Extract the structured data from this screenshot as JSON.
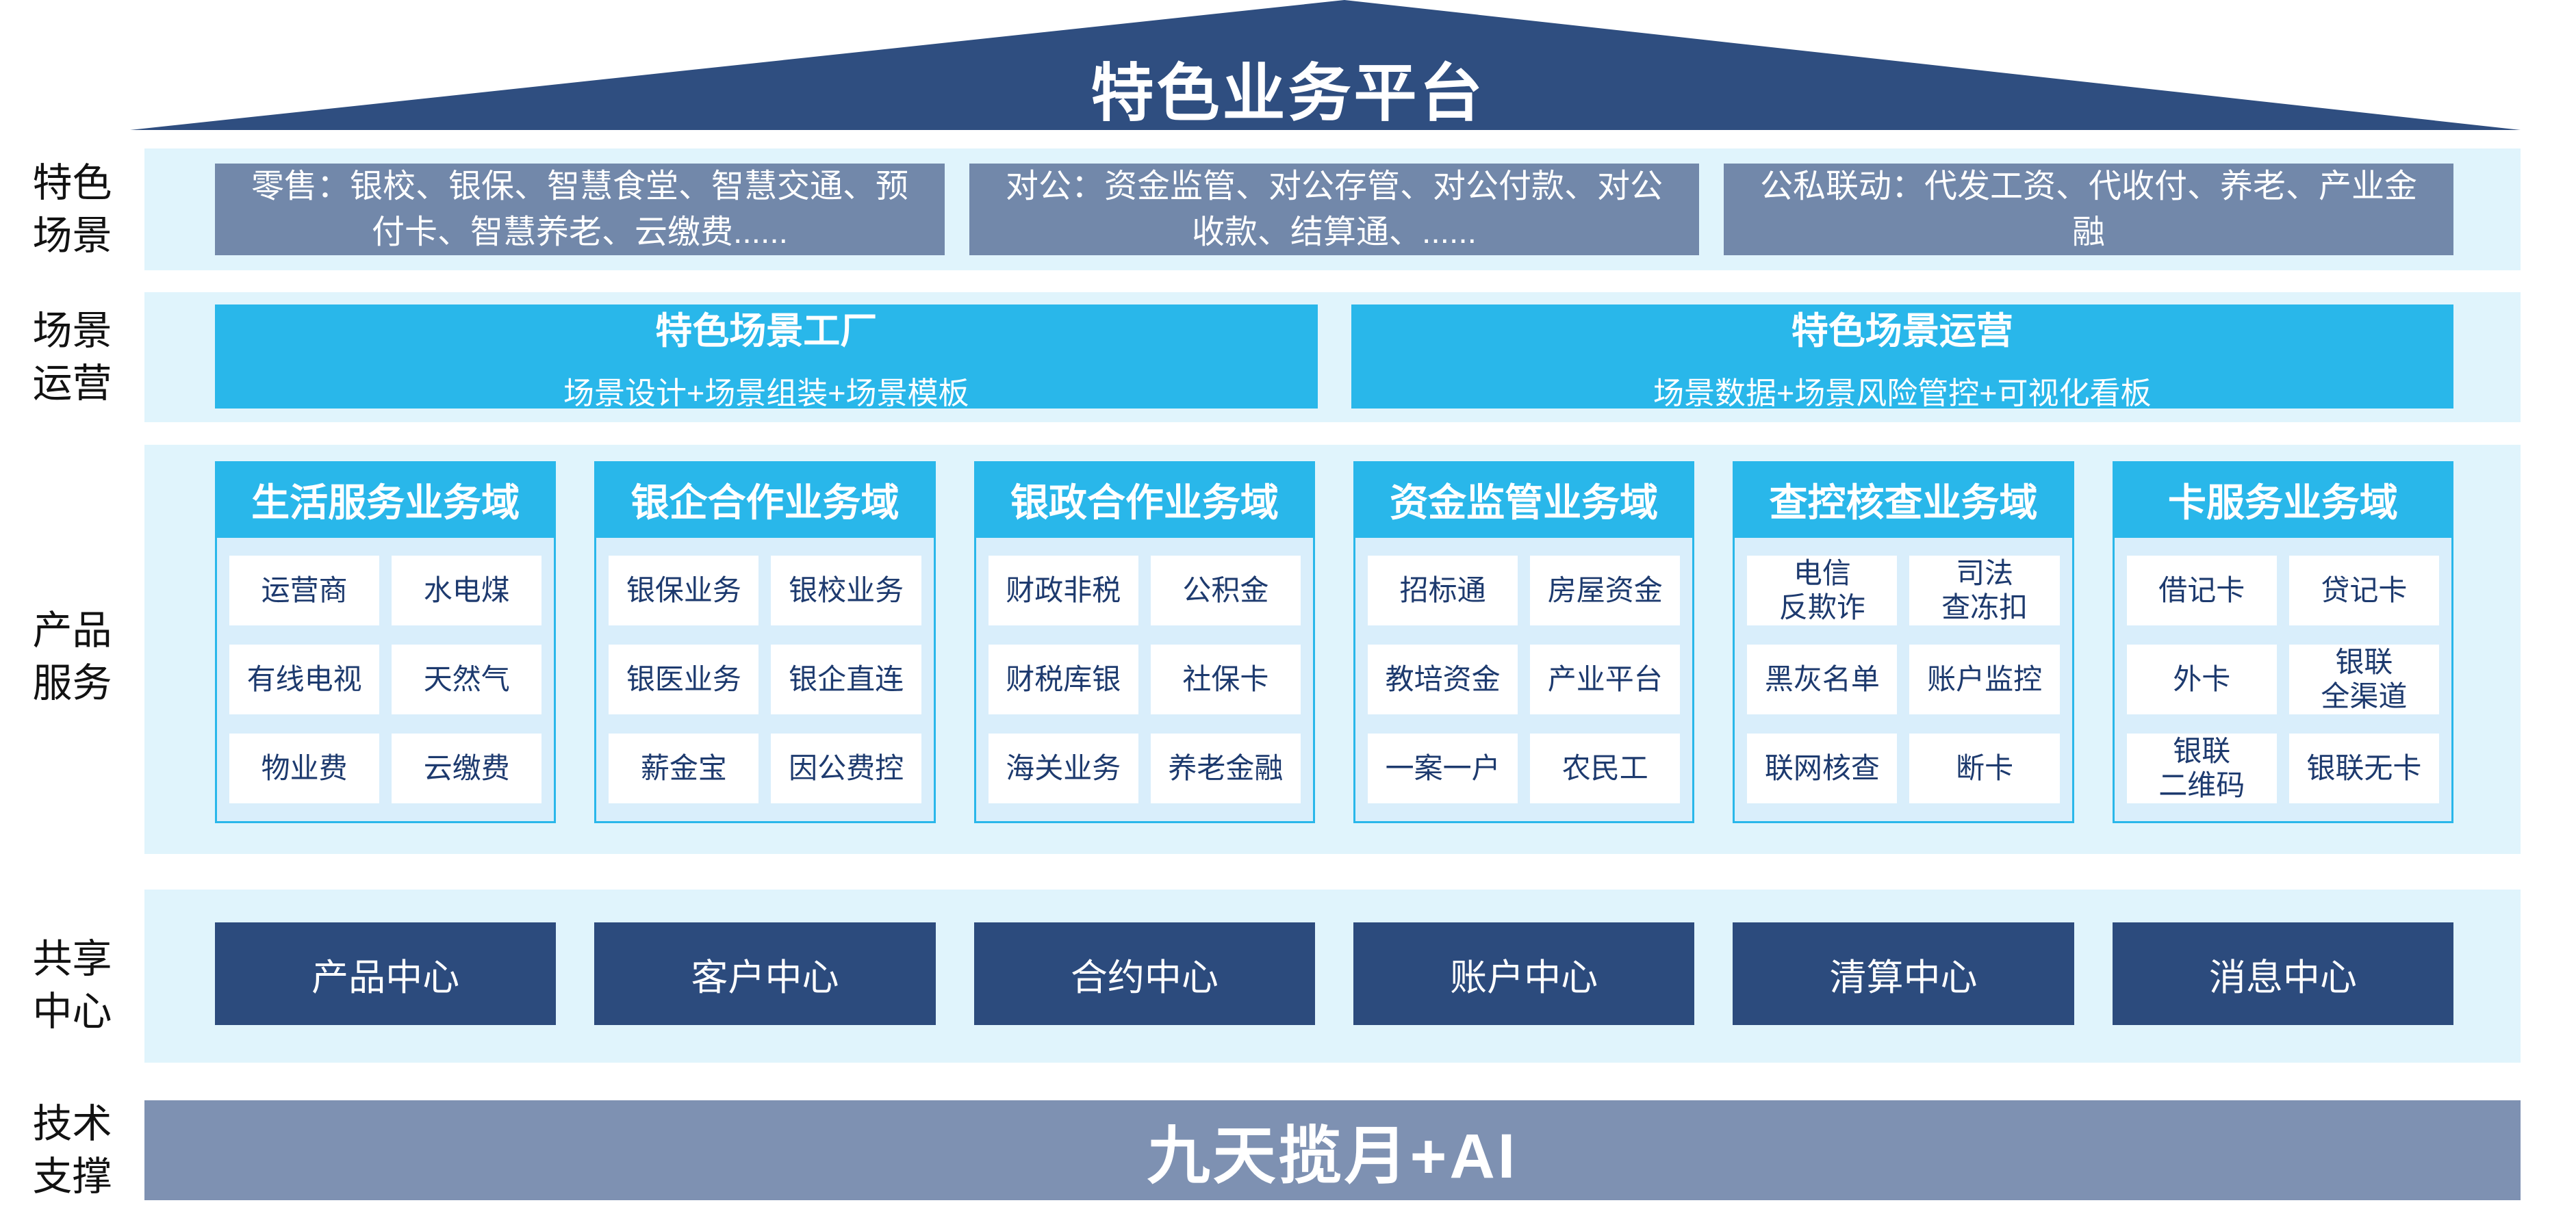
{
  "platform_title": "特色业务平台",
  "colors": {
    "roof_navy": "#2f4e80",
    "band_light_blue": "#e0f4fc",
    "scene_gray_blue": "#7288aa",
    "accent_cyan": "#29b7ea",
    "cell_text_navy": "#1d3a6e",
    "center_box_navy": "#2c4b7d",
    "banner_gray_blue": "#7e91b2"
  },
  "scene_row": {
    "label": "特色\n场景",
    "boxes": [
      "零售：银校、银保、智慧食堂、智慧交通、预付卡、智慧养老、云缴费......",
      "对公：资金监管、对公存管、对公付款、对公收款、结算通、......",
      "公私联动：代发工资、代收付、养老、产业金融"
    ]
  },
  "operation_row": {
    "label": "场景\n运营",
    "boxes": [
      {
        "title": "特色场景工厂",
        "subtitle": "场景设计+场景组装+场景模板"
      },
      {
        "title": "特色场景运营",
        "subtitle": "场景数据+场景风险管控+可视化看板"
      }
    ]
  },
  "product_row": {
    "label": "产品\n服务",
    "columns": [
      {
        "header": "生活服务业务域",
        "cells": [
          "运营商",
          "水电煤",
          "有线电视",
          "天然气",
          "物业费",
          "云缴费"
        ]
      },
      {
        "header": "银企合作业务域",
        "cells": [
          "银保业务",
          "银校业务",
          "银医业务",
          "银企直连",
          "薪金宝",
          "因公费控"
        ]
      },
      {
        "header": "银政合作业务域",
        "cells": [
          "财政非税",
          "公积金",
          "财税库银",
          "社保卡",
          "海关业务",
          "养老金融"
        ]
      },
      {
        "header": "资金监管业务域",
        "cells": [
          "招标通",
          "房屋资金",
          "教培资金",
          "产业平台",
          "一案一户",
          "农民工"
        ]
      },
      {
        "header": "查控核查业务域",
        "cells": [
          "电信\n反欺诈",
          "司法\n查冻扣",
          "黑灰名单",
          "账户监控",
          "联网核查",
          "断卡"
        ]
      },
      {
        "header": "卡服务业务域",
        "cells": [
          "借记卡",
          "贷记卡",
          "外卡",
          "银联\n全渠道",
          "银联\n二维码",
          "银联无卡"
        ]
      }
    ]
  },
  "shared_row": {
    "label": "共享\n中心",
    "centers": [
      "产品中心",
      "客户中心",
      "合约中心",
      "账户中心",
      "清算中心",
      "消息中心"
    ]
  },
  "tech_row": {
    "label": "技术\n支撑",
    "banner": "九天揽月+AI"
  }
}
